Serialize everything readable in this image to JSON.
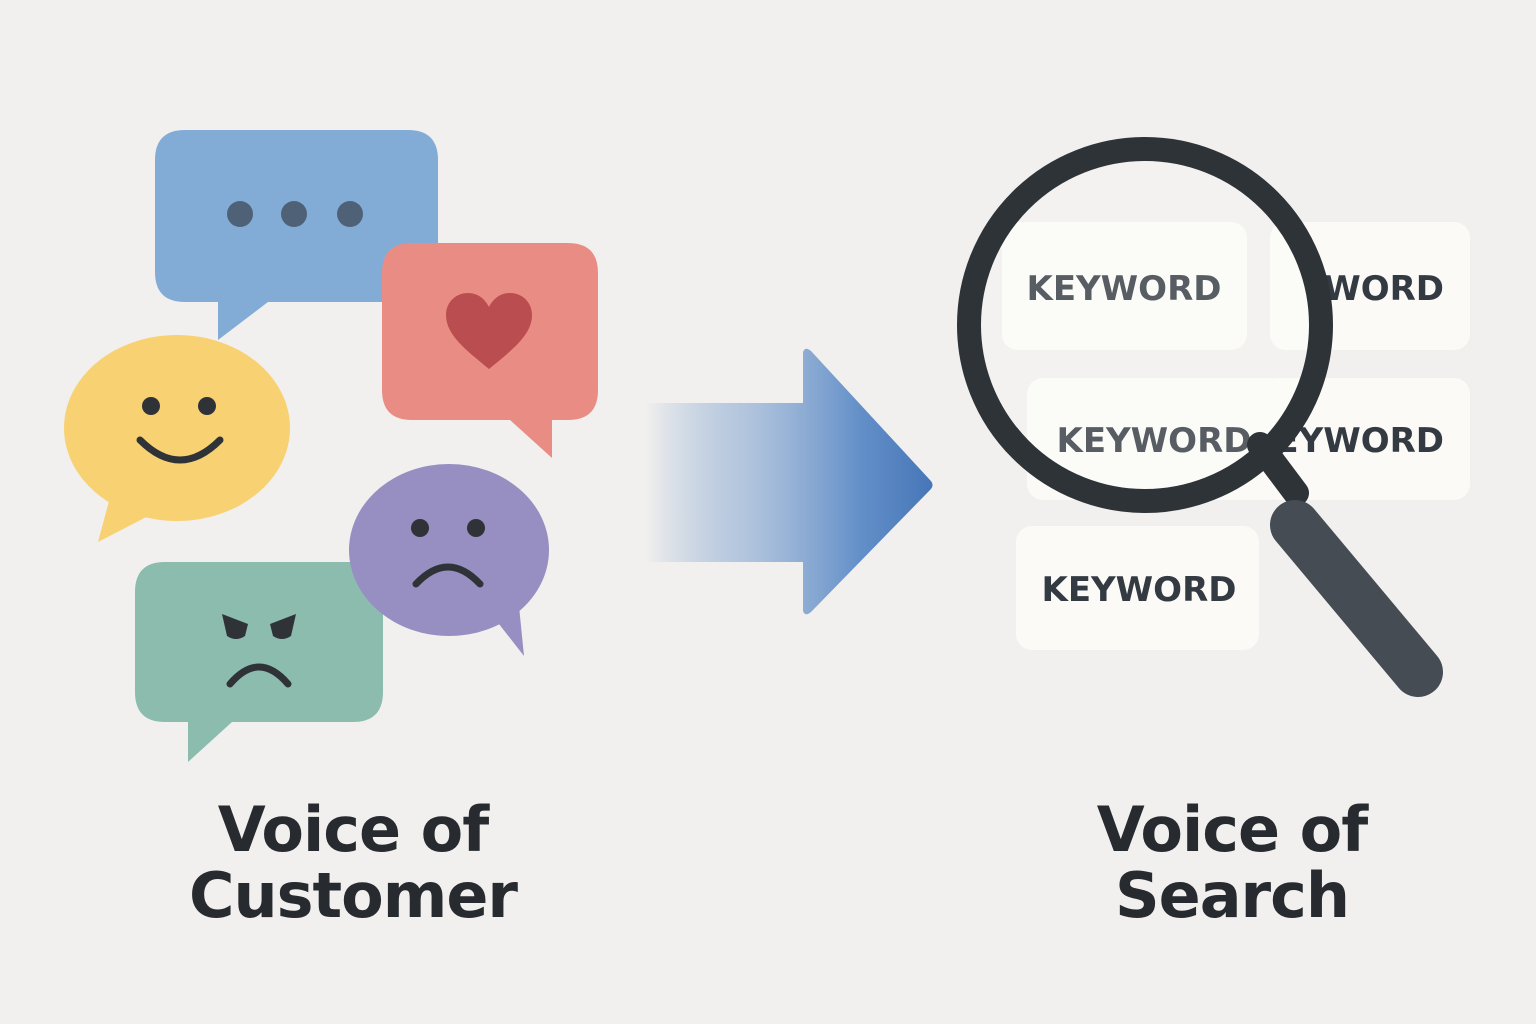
{
  "colors": {
    "background": "#f1f0ee",
    "chat_blue": "#82acd6",
    "chat_red": "#e98d84",
    "chat_yellow": "#f8d172",
    "chat_purple": "#978fc2",
    "chat_green": "#8cbcad",
    "face_ink": "#2f3338",
    "heart": "#b94d4f",
    "arrow": "#4e7fc0",
    "magnifier": "#2e3338",
    "keyword_card": "#fbfaf7",
    "text": "#272b30"
  },
  "left": {
    "caption_line1": "Voice of",
    "caption_line2": "Customer",
    "bubbles": [
      {
        "name": "typing-bubble",
        "icon": "ellipsis-icon",
        "color": "#82acd6"
      },
      {
        "name": "heart-bubble",
        "icon": "heart-icon",
        "color": "#e98d84"
      },
      {
        "name": "happy-bubble",
        "icon": "smile-face-icon",
        "color": "#f8d172"
      },
      {
        "name": "sad-bubble",
        "icon": "sad-face-icon",
        "color": "#978fc2"
      },
      {
        "name": "angry-bubble",
        "icon": "angry-face-icon",
        "color": "#8cbcad"
      }
    ]
  },
  "arrow": {
    "icon": "right-arrow-icon"
  },
  "right": {
    "caption_line1": "Voice of",
    "caption_line2": "Search",
    "keywords": [
      "KEYWORD",
      "WORD",
      "KEYWORD",
      "EYWORD",
      "KEYWORD"
    ],
    "icon": "magnifying-glass-icon"
  }
}
